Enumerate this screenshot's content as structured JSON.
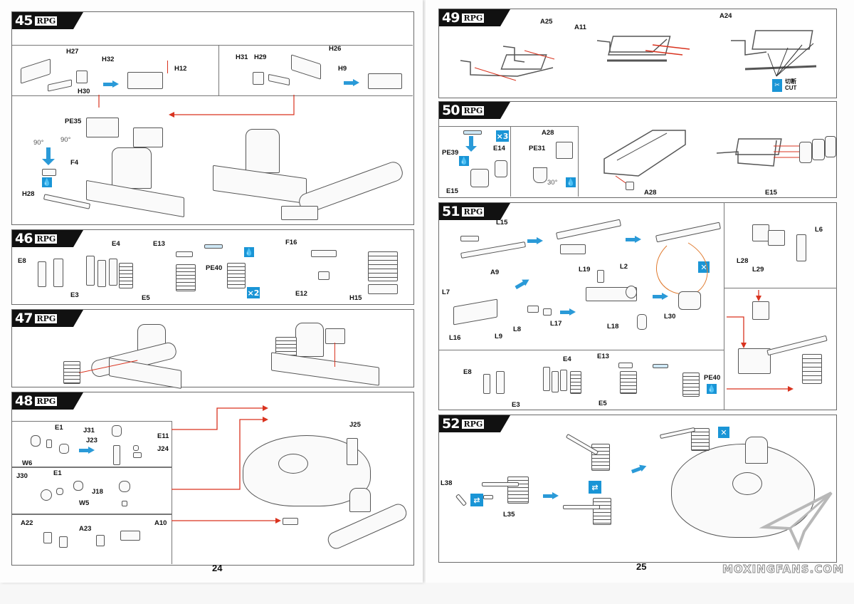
{
  "document": {
    "type": "model kit assembly instructions",
    "brand_logo": "RPG",
    "watermark": "MOXINGFANS.COM",
    "pages": [
      {
        "page_number": "24",
        "steps": [
          "45",
          "46",
          "47",
          "48"
        ]
      },
      {
        "page_number": "25",
        "steps": [
          "49",
          "50",
          "51",
          "52"
        ]
      }
    ]
  },
  "icons": {
    "glue": "glue-drop-icon",
    "cut": "cut-icon",
    "flip": "flip-view-icon",
    "remove": "remove-icon",
    "assembly_arrow": "blue-arrow-icon"
  },
  "colors": {
    "header_bg": "#111111",
    "accent_blue": "#1a95d6",
    "guide_red": "#d9331f",
    "border": "#6a6a6a"
  },
  "steps": {
    "s45": {
      "number": "45",
      "logo": "RPG",
      "labels": {
        "H27": "H27",
        "H32": "H32",
        "H30": "H30",
        "H12": "H12",
        "H31": "H31",
        "H29": "H29",
        "H26": "H26",
        "H9": "H9",
        "PE35": "PE35",
        "F4": "F4",
        "H28": "H28",
        "angle1": "90°",
        "angle2": "90°"
      }
    },
    "s46": {
      "number": "46",
      "logo": "RPG",
      "labels": {
        "E8": "E8",
        "E3": "E3",
        "E4": "E4",
        "E5": "E5",
        "E13": "E13",
        "PE40": "PE40",
        "F16": "F16",
        "E12": "E12",
        "H15": "H15"
      },
      "multiplier": "×2"
    },
    "s47": {
      "number": "47",
      "logo": "RPG"
    },
    "s48": {
      "number": "48",
      "logo": "RPG",
      "labels": {
        "E1a": "E1",
        "J31": "J31",
        "W6": "W6",
        "J23": "J23",
        "E11": "E11",
        "J24": "J24",
        "J30": "J30",
        "E1b": "E1",
        "W5": "W5",
        "J18": "J18",
        "A22": "A22",
        "A23": "A23",
        "A10": "A10",
        "J25": "J25"
      }
    },
    "s49": {
      "number": "49",
      "logo": "RPG",
      "labels": {
        "A25": "A25",
        "A11": "A11",
        "A24": "A24"
      },
      "cut_label_cn": "切断",
      "cut_label_en": "CUT"
    },
    "s50": {
      "number": "50",
      "logo": "RPG",
      "labels": {
        "PE39": "PE39",
        "E14": "E14",
        "E15a": "E15",
        "A28a": "A28",
        "PE31": "PE31",
        "angle": "30°",
        "A28b": "A28",
        "E15b": "E15"
      },
      "multiplier": "×3"
    },
    "s51": {
      "number": "51",
      "logo": "RPG",
      "labels": {
        "L15": "L15",
        "A9": "A9",
        "L19": "L19",
        "L2": "L2",
        "L7": "L7",
        "L16": "L16",
        "L9": "L9",
        "L8": "L8",
        "L17": "L17",
        "L18": "L18",
        "L30": "L30",
        "L28": "L28",
        "L29": "L29",
        "L6": "L6",
        "E8": "E8",
        "E3": "E3",
        "E4": "E4",
        "E5": "E5",
        "E13": "E13",
        "PE40": "PE40"
      }
    },
    "s52": {
      "number": "52",
      "logo": "RPG",
      "labels": {
        "L38": "L38",
        "L35": "L35"
      }
    }
  }
}
